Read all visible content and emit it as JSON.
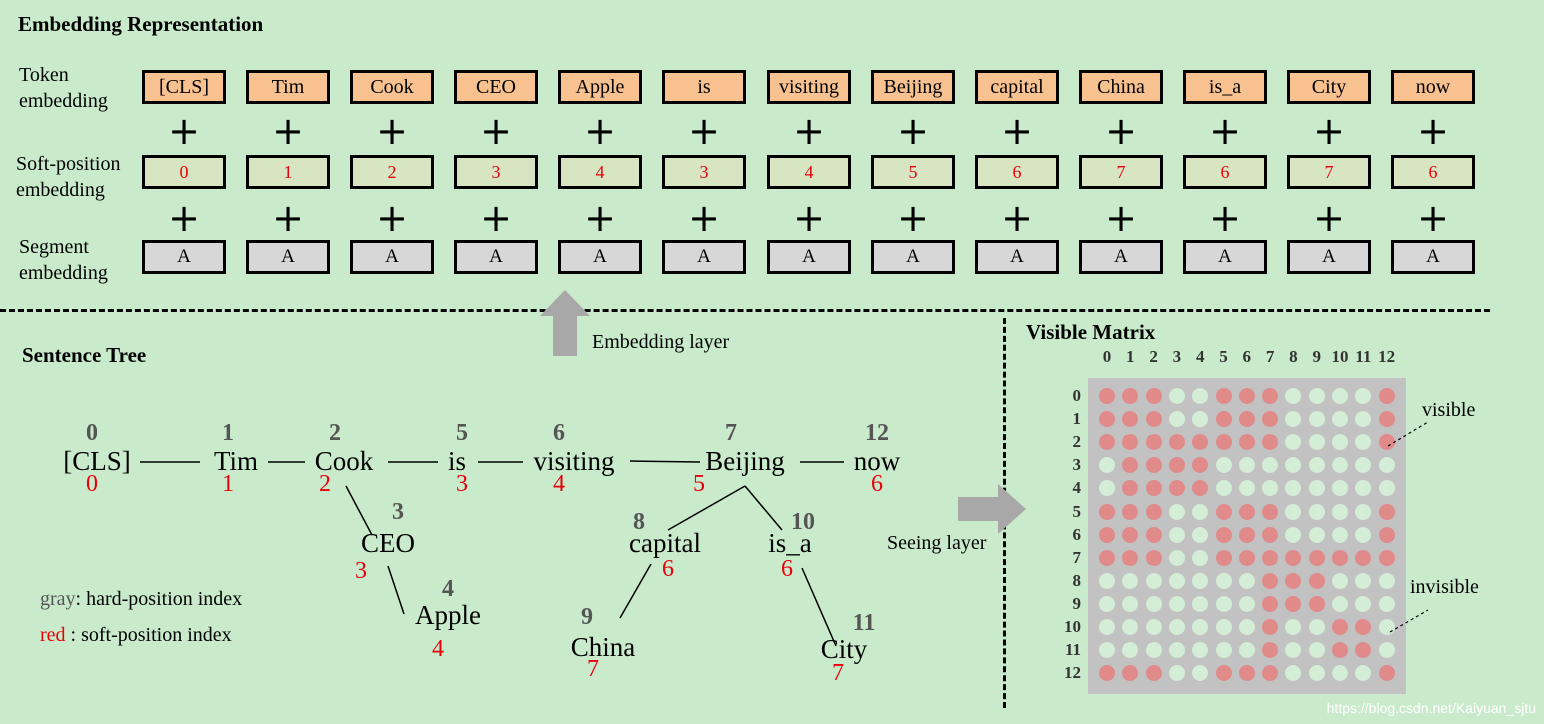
{
  "embedding": {
    "title": "Embedding Representation",
    "token_label": [
      "Token",
      "embedding"
    ],
    "position_label": [
      "Soft-position",
      "embedding"
    ],
    "segment_label": [
      "Segment",
      "embedding"
    ],
    "tokens": [
      "[CLS]",
      "Tim",
      "Cook",
      "CEO",
      "Apple",
      "is",
      "visiting",
      "Beijing",
      "capital",
      "China",
      "is_a",
      "City",
      "now"
    ],
    "soft_positions": [
      "0",
      "1",
      "2",
      "3",
      "4",
      "3",
      "4",
      "5",
      "6",
      "7",
      "6",
      "7",
      "6"
    ],
    "segments": [
      "A",
      "A",
      "A",
      "A",
      "A",
      "A",
      "A",
      "A",
      "A",
      "A",
      "A",
      "A",
      "A"
    ],
    "plus": "+"
  },
  "embedding_layer_label": "Embedding layer",
  "seeing_layer_label": "Seeing layer",
  "sentence_tree": {
    "title": "Sentence Tree",
    "nodes": [
      {
        "word": "[CLS]",
        "hard": "0",
        "soft": "0"
      },
      {
        "word": "Tim",
        "hard": "1",
        "soft": "1"
      },
      {
        "word": "Cook",
        "hard": "2",
        "soft": "2"
      },
      {
        "word": "CEO",
        "hard": "3",
        "soft": "3"
      },
      {
        "word": "Apple",
        "hard": "4",
        "soft": "4"
      },
      {
        "word": "is",
        "hard": "5",
        "soft": "3"
      },
      {
        "word": "visiting",
        "hard": "6",
        "soft": "4"
      },
      {
        "word": "Beijing",
        "hard": "7",
        "soft": "5"
      },
      {
        "word": "capital",
        "hard": "8",
        "soft": "6"
      },
      {
        "word": "China",
        "hard": "9",
        "soft": "7"
      },
      {
        "word": "is_a",
        "hard": "10",
        "soft": "6"
      },
      {
        "word": "City",
        "hard": "11",
        "soft": "7"
      },
      {
        "word": "now",
        "hard": "12",
        "soft": "6"
      }
    ],
    "legend": {
      "gray_key": "gray",
      "gray_text": ": hard-position index",
      "red_key": "red",
      "red_text": " : soft-position index"
    }
  },
  "visible_matrix": {
    "title": "Visible Matrix",
    "col_labels": [
      "0",
      "1",
      "2",
      "3",
      "4",
      "5",
      "6",
      "7",
      "8",
      "9",
      "10",
      "11",
      "12"
    ],
    "row_labels": [
      "0",
      "1",
      "2",
      "3",
      "4",
      "5",
      "6",
      "7",
      "8",
      "9",
      "10",
      "11",
      "12"
    ],
    "visible_label": "visible",
    "invisible_label": "invisible",
    "visible_color": "#e08a8a",
    "invisible_color": "#d4edd6",
    "matrix": [
      [
        1,
        1,
        1,
        0,
        0,
        1,
        1,
        1,
        0,
        0,
        0,
        0,
        1
      ],
      [
        1,
        1,
        1,
        0,
        0,
        1,
        1,
        1,
        0,
        0,
        0,
        0,
        1
      ],
      [
        1,
        1,
        1,
        1,
        1,
        1,
        1,
        1,
        0,
        0,
        0,
        0,
        1
      ],
      [
        0,
        1,
        1,
        1,
        1,
        0,
        0,
        0,
        0,
        0,
        0,
        0,
        0
      ],
      [
        0,
        1,
        1,
        1,
        1,
        0,
        0,
        0,
        0,
        0,
        0,
        0,
        0
      ],
      [
        1,
        1,
        1,
        0,
        0,
        1,
        1,
        1,
        0,
        0,
        0,
        0,
        1
      ],
      [
        1,
        1,
        1,
        0,
        0,
        1,
        1,
        1,
        0,
        0,
        0,
        0,
        1
      ],
      [
        1,
        1,
        1,
        0,
        0,
        1,
        1,
        1,
        1,
        1,
        1,
        1,
        1
      ],
      [
        0,
        0,
        0,
        0,
        0,
        0,
        0,
        1,
        1,
        1,
        0,
        0,
        0
      ],
      [
        0,
        0,
        0,
        0,
        0,
        0,
        0,
        1,
        1,
        1,
        0,
        0,
        0
      ],
      [
        0,
        0,
        0,
        0,
        0,
        0,
        0,
        1,
        0,
        0,
        1,
        1,
        0
      ],
      [
        0,
        0,
        0,
        0,
        0,
        0,
        0,
        1,
        0,
        0,
        1,
        1,
        0
      ],
      [
        1,
        1,
        1,
        0,
        0,
        1,
        1,
        1,
        0,
        0,
        0,
        0,
        1
      ]
    ]
  },
  "watermark": "https://blog.csdn.net/Kaiyuan_sjtu"
}
